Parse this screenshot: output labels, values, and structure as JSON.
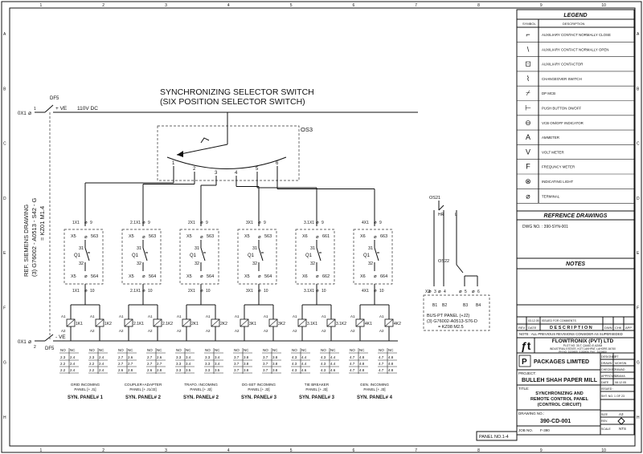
{
  "border": {
    "top_ticks": [
      "1",
      "2",
      "3",
      "4",
      "5",
      "6",
      "7",
      "8",
      "9",
      "10"
    ],
    "bottom_ticks": [
      "1",
      "2",
      "3",
      "4",
      "5",
      "6",
      "7",
      "8",
      "9",
      "10"
    ],
    "side_ticks": [
      "A",
      "B",
      "C",
      "D",
      "E",
      "F",
      "G",
      "H"
    ]
  },
  "title": {
    "line1": "SYNCHRONIZING SELECTOR SWITCH",
    "line2": "(SIX POSITION SELECTOR SWITCH)"
  },
  "supply": {
    "top_terminal": "0X1",
    "top_mcb": "DF5",
    "positive": "+ VE",
    "voltage": "110V DC",
    "bottom_terminal": "0X1",
    "bottom_mcb": "DF5",
    "negative": "- VE",
    "top_terminal_num": "1",
    "bottom_terminal_num": "2"
  },
  "switch": {
    "tag": "OS3",
    "positions": [
      "1",
      "2",
      "3",
      "4",
      "5",
      "6"
    ]
  },
  "ref_drawing": {
    "line1": "REF. SIEMENS DRAWING",
    "line2": "(3) G76002 - A0513 - S42 - G",
    "line3": "= KZ01 M1.4"
  },
  "panels": [
    {
      "term_top": "1X1",
      "num_top": "9",
      "x_top": "X5",
      "t_top": "563",
      "pin_top": "31",
      "coil": "Q1",
      "pin_bot": "32",
      "x_bot": "X5",
      "t_bot": "564",
      "term_bot": "1X1",
      "num_bot": "10",
      "relay_left": "1K1",
      "relay_right": "1K2",
      "contacts": [
        "2.3",
        "2.4",
        "2.2",
        "2.4",
        "2.2",
        "2.4"
      ],
      "caption": "GRID INCOMING PANEL [+ J1]",
      "name": "SYN. PANEL# 1"
    },
    {
      "term_top": "2.1X1",
      "num_top": "9",
      "x_top": "X5",
      "t_top": "563",
      "pin_top": "31",
      "coil": "Q1",
      "pin_bot": "32",
      "x_bot": "X5",
      "t_bot": "564",
      "term_bot": "2.1X1",
      "num_bot": "10",
      "relay_left": "2.1K1",
      "relay_right": "2.1K2",
      "contacts": [
        "2.7",
        "2.6",
        "2.7",
        "2.7",
        "2.6",
        "2.8"
      ],
      "caption": "COUPLER+ADAPTER PANEL [+ J1/J2]",
      "name": "SYN. PANEL# 2"
    },
    {
      "term_top": "2X1",
      "num_top": "9",
      "x_top": "X5",
      "t_top": "563",
      "pin_top": "31",
      "coil": "Q1",
      "pin_bot": "32",
      "x_bot": "X5",
      "t_bot": "564",
      "term_bot": "2X1",
      "num_bot": "10",
      "relay_left": "2K1",
      "relay_right": "2K2",
      "contacts": [
        "3.3",
        "3.4",
        "3.3",
        "3.4",
        "3.3",
        "3.5"
      ],
      "caption": "TRAFO. INCOMING PANEL [+ J2]",
      "name": "SYN. PANEL# 2"
    },
    {
      "term_top": "3X1",
      "num_top": "9",
      "x_top": "X5",
      "t_top": "563",
      "pin_top": "31",
      "coil": "Q1",
      "pin_bot": "32",
      "x_bot": "X5",
      "t_bot": "564",
      "term_bot": "3X1",
      "num_bot": "10",
      "relay_left": "3K1",
      "relay_right": "3K2",
      "contacts": [
        "3.7",
        "3.8",
        "3.7",
        "3.8",
        "3.7",
        "3.8"
      ],
      "caption": "DG-SET INCOMING PANEL [+ J2]",
      "name": "SYN. PANEL# 3"
    },
    {
      "term_top": "3.1X1",
      "num_top": "9",
      "x_top": "X6",
      "t_top": "661",
      "pin_top": "31",
      "coil": "Q1",
      "pin_bot": "32",
      "x_bot": "X6",
      "t_bot": "662",
      "term_bot": "3.1X1",
      "num_bot": "10",
      "relay_left": "3.1K1",
      "relay_right": "3.1K2",
      "contacts": [
        "4.3",
        "4.4",
        "4.3",
        "4.4",
        "4.3",
        "4.6"
      ],
      "caption": "TIE BREAKER PANEL [+ J3]",
      "name": "SYN. PANEL# 3"
    },
    {
      "term_top": "4X1",
      "num_top": "9",
      "x_top": "X6",
      "t_top": "663",
      "pin_top": "31",
      "coil": "Q1",
      "pin_bot": "32",
      "x_bot": "X6",
      "t_bot": "664",
      "term_bot": "4X1",
      "num_bot": "10",
      "relay_left": "4K1",
      "relay_right": "4K2",
      "contacts": [
        "4.7",
        "4.8",
        "4.7",
        "4.8",
        "4.7",
        "4.8"
      ],
      "caption": "GEN. INCOMING PANEL [+ J3]",
      "name": "SYN. PANEL# 4"
    }
  ],
  "bus_pt": {
    "s1": "OS21",
    "s2": "OS22",
    "terms": [
      "X2",
      "3",
      "4",
      "5",
      "6"
    ],
    "pins": [
      "B1",
      "B2",
      "B3",
      "B4"
    ],
    "line1": "BUS-PT PANEL (+J2)",
    "line2": "(3) G76002-A0513-S76-D",
    "line3": "= KZ08 M2.5",
    "hr": "HR",
    "l": "L"
  },
  "legend": {
    "title": "LEGEND",
    "col_symbol": "SYMBOL",
    "col_desc": "DESCRIPTION",
    "items": [
      {
        "icon": "auxiliary-nc-icon",
        "glyph": "⌐",
        "desc": "AUXILIARY CONTACT NORMALLY CLOSE"
      },
      {
        "icon": "auxiliary-no-icon",
        "glyph": "\\",
        "desc": "AUXILIARY CONTACT NORMALLY OPEN"
      },
      {
        "icon": "auxiliary-contactor-icon",
        "glyph": "⊡",
        "desc": "AUXILIARY CONTACTOR"
      },
      {
        "icon": "changeover-switch-icon",
        "glyph": "⌇",
        "desc": "CHANGEOVER SWITCH"
      },
      {
        "icon": "dp-mcb-icon",
        "glyph": "⌿",
        "desc": "DP MCB"
      },
      {
        "icon": "push-button-icon",
        "glyph": "⊢",
        "desc": "PUSH BUTTON ON/OFF"
      },
      {
        "icon": "vcb-indicator-icon",
        "glyph": "⊖",
        "desc": "VCB ON/OFF INDICATOR"
      },
      {
        "icon": "ammeter-icon",
        "glyph": "A",
        "desc": "AMMETER"
      },
      {
        "icon": "volt-meter-icon",
        "glyph": "V",
        "desc": "VOLT METER"
      },
      {
        "icon": "frequency-meter-icon",
        "glyph": "F",
        "desc": "FREQUNCY METER"
      },
      {
        "icon": "indicating-light-icon",
        "glyph": "⊗",
        "desc": "INDICATING LIGHT"
      },
      {
        "icon": "terminal-icon",
        "glyph": "⌀",
        "desc": "TERMINAL"
      }
    ]
  },
  "reference": {
    "title": "REFRENCE DRAWINGS",
    "dwg": "DWG NO. : 390-SYN-001"
  },
  "notes": {
    "title": "NOTES"
  },
  "revision": {
    "row1_date": "03.12.05",
    "row1_desc": "ISSUED FOR COMMENTS",
    "col_rev": "REV",
    "col_date": "DATE",
    "col_desc": "D E S C R I P T I O N",
    "col_dwn": "DWN",
    "col_chk": "CHK",
    "col_app": "APP",
    "row_note": "NOTE :   ALL PREVIOUS REVISIONS CONSIDER AS SUPERSEDED"
  },
  "titleblock": {
    "company": "FLOWTRONIX (PVT) LTD",
    "addr1": "PLOT NO. 30-T, QUAID-E-AZAM",
    "addr2": "INDUSTRIAL ESTATE, KOT LAKHPAT, LAHORE-54760",
    "addr3": "PH NO. 5150856, 5150856, FAX : 5150850",
    "client": "PACKAGES LIMITED",
    "project_label": "PROJECT:",
    "project": "BULLEH SHAH PAPER MILL",
    "title_label": "TITLE:",
    "title1": "SYNCHRONIZING AND",
    "title2": "REMOTE CONTROL PANEL",
    "title3": "(CONTROL CIRCUIT)",
    "drawing_label": "DRAWING NO.:",
    "drawing_no": "390-CD-001",
    "job_label": "JOB NO.",
    "job_no": "F-390",
    "designed_label": "DESIGNED",
    "designed": "FT",
    "drawn_label": "DRAWN",
    "drawn": "MOHSIN",
    "checked_label": "CHECKED",
    "checked": "FAWAD",
    "approved_label": "APPROVED",
    "approved": "USAMA",
    "date_label": "DATE",
    "date": "08.12.05",
    "issued_label": "ISSUED :",
    "sheet_label": "SHT. NO.",
    "sheet": "1 OF 23",
    "size_label": "SIZE",
    "size": "A3",
    "rev_label": "REV.",
    "scale_label": "SCALE",
    "scale": "NTS",
    "panel_no": "PANEL NO.1-4"
  }
}
